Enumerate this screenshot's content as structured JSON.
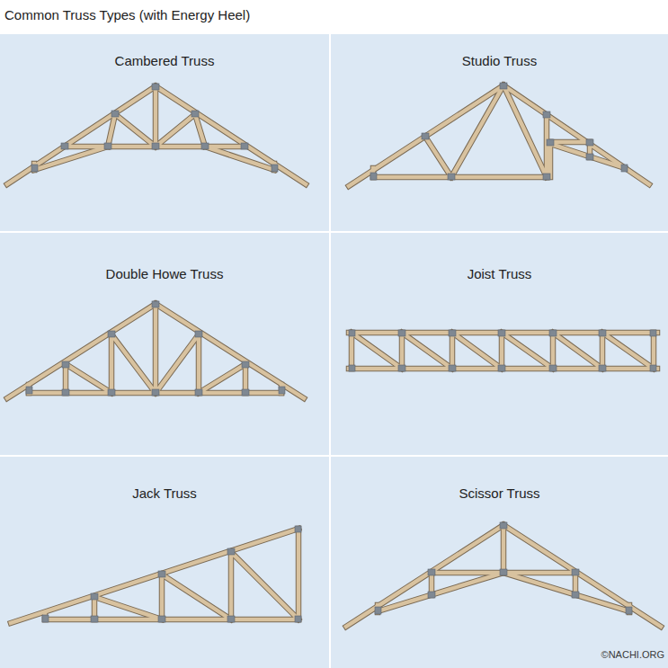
{
  "diagram": {
    "title": "Common Truss Types (with Energy Heel)",
    "nodes": [
      {
        "text": [
          "Cambered Truss"
        ]
      },
      {
        "text": [
          "Studio Truss"
        ]
      },
      {
        "text": [
          "Double Howe Truss"
        ]
      },
      {
        "text": [
          "Joist Truss"
        ]
      },
      {
        "text": [
          "Jack Truss"
        ]
      },
      {
        "text": [
          "Scissor Truss"
        ]
      }
    ],
    "edges": [],
    "labels": [
      "©NACHI.ORG"
    ]
  }
}
